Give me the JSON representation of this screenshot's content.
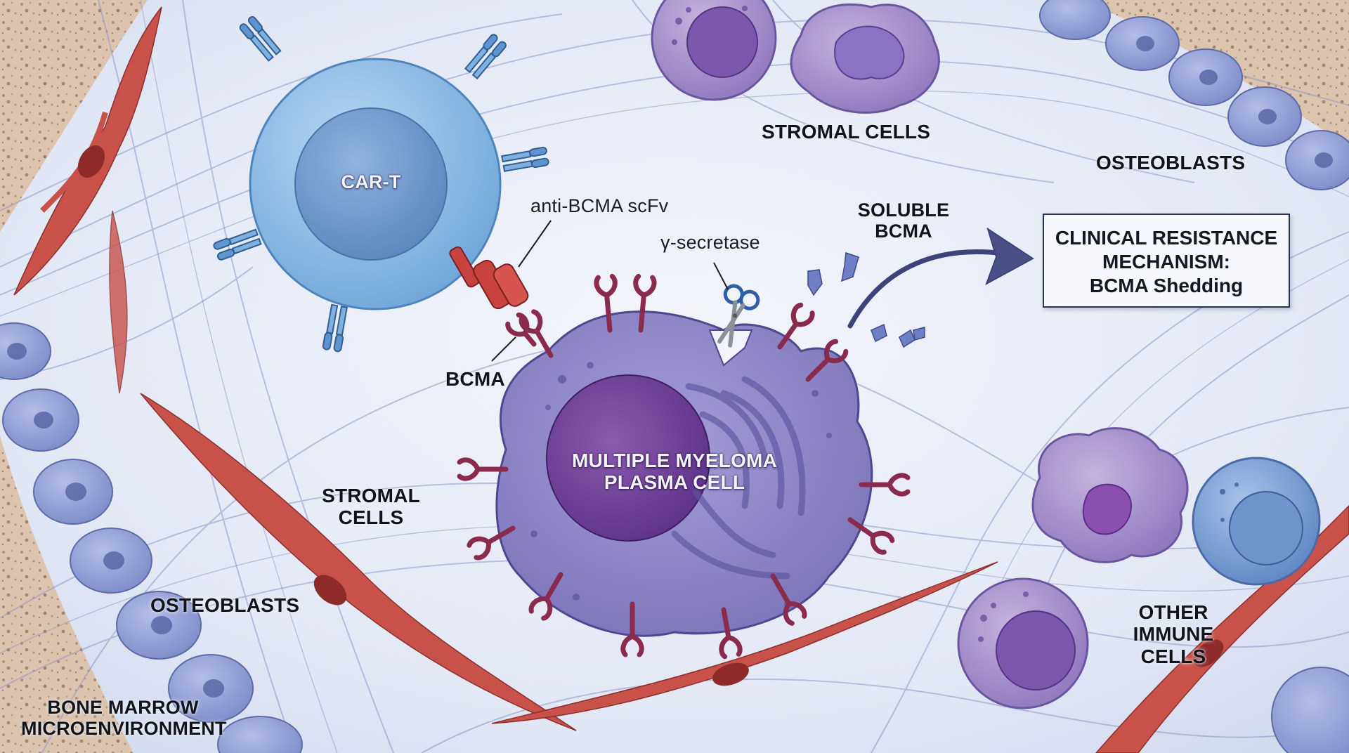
{
  "labels": {
    "car_t": "CAR-T",
    "anti_bcma_scfv": "anti-BCMA scFv",
    "gamma_secretase": "γ-secretase",
    "soluble_bcma": [
      "SOLUBLE",
      "BCMA"
    ],
    "bcma": "BCMA",
    "myeloma_cell": [
      "MULTIPLE MYELOMA",
      "PLASMA CELL"
    ],
    "stromal_cells_top": "STROMAL CELLS",
    "stromal_cells_left": [
      "STROMAL",
      "CELLS"
    ],
    "osteoblasts_top_right": "OSTEOBLASTS",
    "osteoblasts_bottom_left": "OSTEOBLASTS",
    "other_immune_cells": [
      "OTHER",
      "IMMUNE",
      "CELLS"
    ],
    "bone_marrow": [
      "BONE MARROW",
      "MICROENVIRONMENT"
    ]
  },
  "callout": {
    "lines": [
      "CLINICAL RESISTANCE",
      "MECHANISM:",
      "BCMA Shedding"
    ]
  },
  "colors": {
    "background": "#e6ebf6",
    "car_t_cell": "#8cbce6",
    "myeloma_cell": "#8f86c8",
    "bcma_receptor": "#8a2b4e",
    "scfv": "#c8423f",
    "stromal_fibroblast": "#c8514a",
    "osteoblast": "#8f9fd6",
    "bone": "#d8b89c",
    "arrow": "#4a4f86"
  },
  "icons": [
    "scissors-icon",
    "curved-arrow-icon"
  ]
}
